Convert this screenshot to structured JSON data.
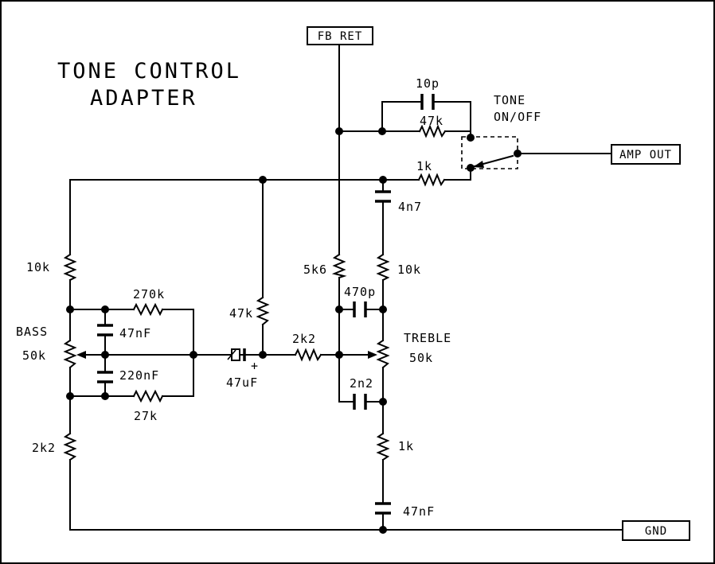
{
  "title": {
    "line1": "TONE CONTROL",
    "line2": "ADAPTER"
  },
  "ports": {
    "fb_ret": "FB RET",
    "amp_out": "AMP OUT",
    "gnd": "GND"
  },
  "switch": {
    "label_line1": "TONE",
    "label_line2": "ON/OFF"
  },
  "components": {
    "c_10p": "10p",
    "r_47k_top": "47k",
    "r_1k_top": "1k",
    "c_4n7": "4n7",
    "r_10k_left": "10k",
    "r_270k": "270k",
    "c_47nF_bass": "47nF",
    "bass_name": "BASS",
    "bass_value": "50k",
    "c_220nF": "220nF",
    "r_27k": "27k",
    "r_2k2_bottom": "2k2",
    "r_47k_mid": "47k",
    "c_47uF": "47uF",
    "polarity_plus": "+",
    "r_2k2_mid": "2k2",
    "r_5k6": "5k6",
    "c_470p": "470p",
    "r_10k_right": "10k",
    "treble_name": "TREBLE",
    "treble_value": "50k",
    "c_2n2": "2n2",
    "r_1k_bottom": "1k",
    "c_47nF_bottom": "47nF"
  }
}
